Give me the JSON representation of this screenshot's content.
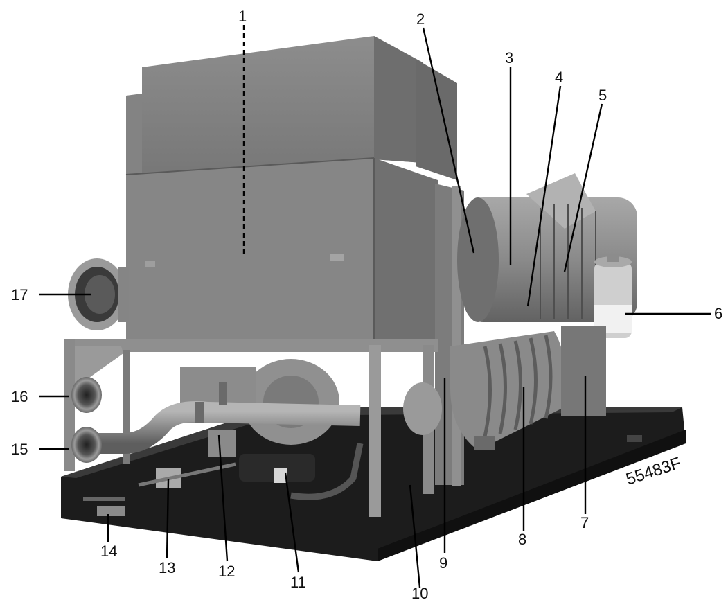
{
  "figure": {
    "image_code": "55483F",
    "callouts": [
      "1",
      "2",
      "3",
      "4",
      "5",
      "6",
      "7",
      "8",
      "9",
      "10",
      "11",
      "12",
      "13",
      "14",
      "15",
      "16",
      "17"
    ]
  },
  "colors": {
    "housing_grey": "#7f7f7f",
    "housing_dark": "#5a5a5a",
    "housing_light": "#9a9a9a",
    "base_black": "#1c1c1c",
    "background": "#ffffff"
  }
}
